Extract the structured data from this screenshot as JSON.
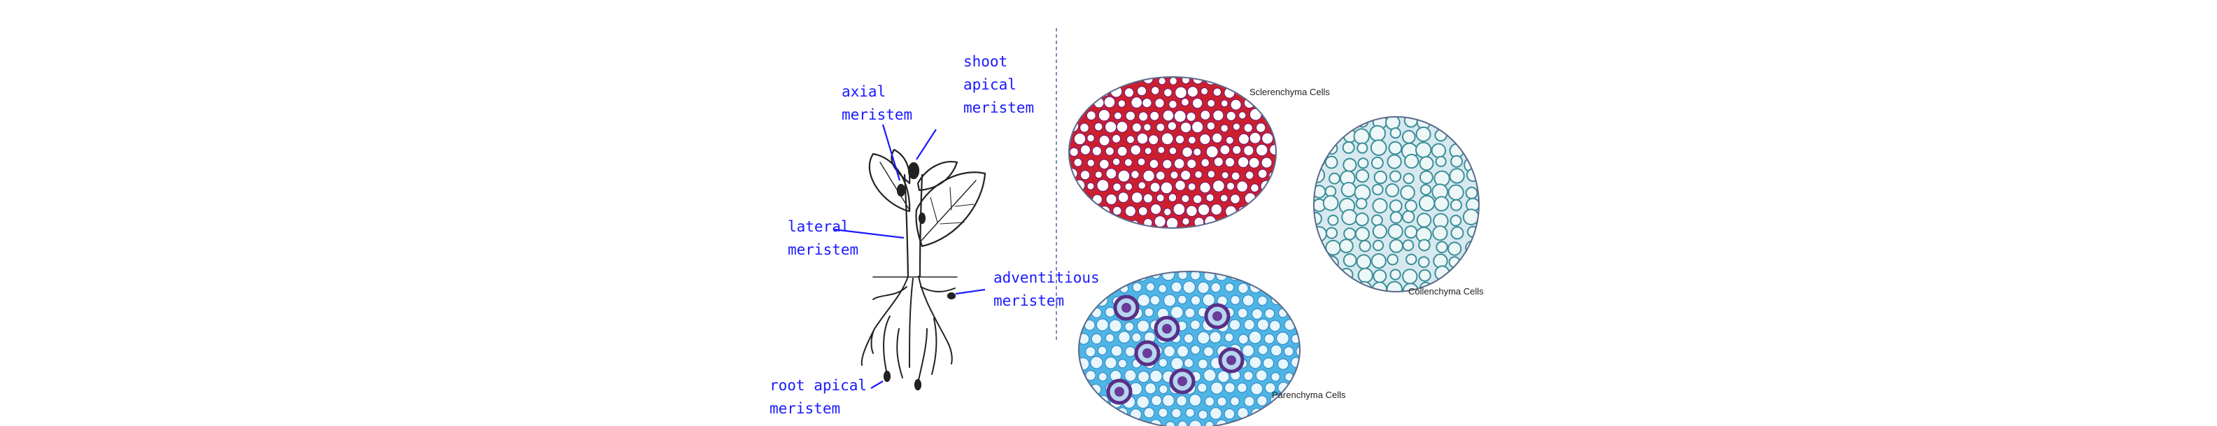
{
  "plant_labels": {
    "shoot": [
      "shoot",
      "apical",
      "meristem"
    ],
    "axial": [
      "axial",
      "meristem"
    ],
    "lateral": [
      "lateral",
      "meristem"
    ],
    "adventitious": [
      "adventitious",
      "meristem"
    ],
    "root": [
      "root apical",
      "meristem"
    ]
  },
  "tissues": {
    "sclerenchyma": "Sclerenchyma Cells",
    "collenchyma": "Collenchyma Cells",
    "parenchyma": "Parenchyma Cells"
  },
  "colors": {
    "label_blue": "#1a1aff",
    "sclerenchyma_red": "#cc1f2e",
    "parenchyma_blue": "#4fb4e6",
    "collenchyma_teal": "#3a8f9a",
    "divider": "#7a8fb5"
  }
}
